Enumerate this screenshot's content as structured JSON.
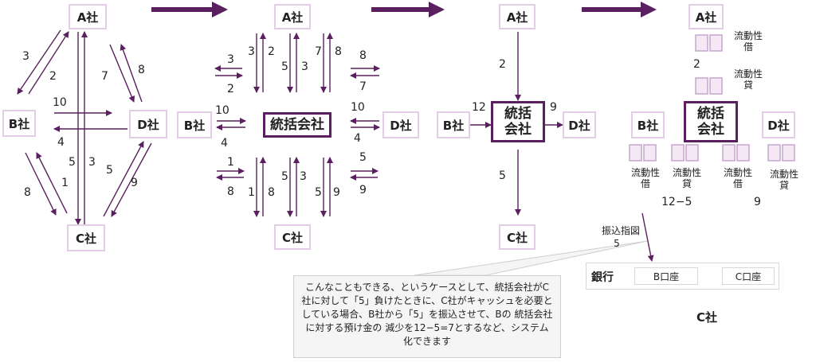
{
  "companies": {
    "a": "A社",
    "b": "B社",
    "c": "C社",
    "d": "D社"
  },
  "hub": {
    "line1": "統括",
    "line2": "会社",
    "single": "統括会社"
  },
  "panel1": {
    "n_ba": "3",
    "n_ab": "2",
    "n_ad": "7",
    "n_da": "8",
    "n_bd": "10",
    "n_db": "4",
    "n_bc": "8",
    "n_cb": "1",
    "n_ac": "5",
    "n_ca": "3",
    "n_cd": "5",
    "n_dc": "9"
  },
  "panel2": {
    "a_l1": "3",
    "a_l2": "2",
    "a_m1": "5",
    "a_m2": "3",
    "a_r1": "7",
    "a_r2": "8",
    "b_top1": "3",
    "b_top2": "2",
    "b_mid1": "10",
    "b_mid2": "4",
    "b_bot1": "1",
    "b_bot2": "8",
    "d_top1": "8",
    "d_top2": "7",
    "d_mid1": "10",
    "d_mid2": "4",
    "d_bot1": "5",
    "d_bot2": "9",
    "c_l1": "1",
    "c_l2": "8",
    "c_m1": "5",
    "c_m2": "3",
    "c_r1": "5",
    "c_r2": "9"
  },
  "panel3": {
    "a": "2",
    "b": "12",
    "d": "9",
    "c": "5"
  },
  "panel4": {
    "liq_borrow": "流動性\n借",
    "liq_lend": "流動性\n貸",
    "a_val": "2",
    "b_val": "12−5",
    "d_val": "9",
    "transfer_title": "振込指図",
    "transfer_amt": "5",
    "bank": "銀行",
    "acct_b": "B口座",
    "acct_c": "C口座"
  },
  "callout": "こんなこともできる、というケースとして、統括会社がC社に対して「5」負けたときに、C社がキャッシュを必要としている場合、B社から「5」を振込させて、Bの 統括会社に対する預け金の 減少を12−5=7とするなど、システム 化できます",
  "colors": {
    "arrow": "#5a1f5e",
    "box_border": "#e3cde6",
    "icon": "#c8a6cf"
  }
}
